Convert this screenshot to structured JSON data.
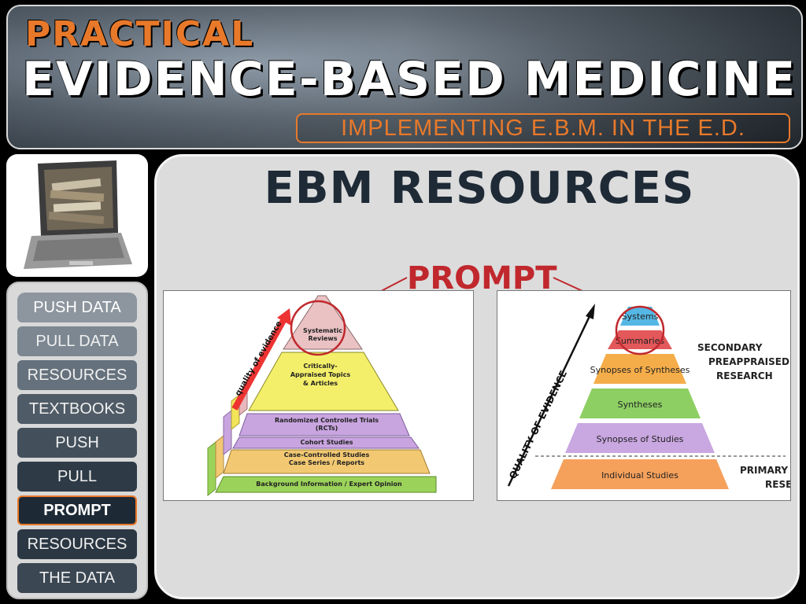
{
  "header": {
    "title_small": "PRACTICAL",
    "title_big": "EVIDENCE-BASED MEDICINE",
    "subtitle": "IMPLEMENTING E.B.M. IN THE E.D."
  },
  "sidebar": {
    "items": [
      {
        "label": "PUSH DATA"
      },
      {
        "label": "PULL DATA"
      },
      {
        "label": "RESOURCES"
      },
      {
        "label": "TEXTBOOKS"
      },
      {
        "label": "PUSH"
      },
      {
        "label": "PULL"
      },
      {
        "label": "PROMPT",
        "active": true
      },
      {
        "label": "RESOURCES"
      },
      {
        "label": "THE DATA"
      }
    ]
  },
  "main": {
    "heading": "EBM RESOURCES",
    "prompt_label": "PROMPT"
  },
  "pyramid1": {
    "quality_label": "quality of evidence",
    "levels": [
      {
        "label": "Systematic Reviews"
      },
      {
        "label": "Critically-Appraised Topics & Articles"
      },
      {
        "label": "Randomized Controlled Trials (RCTs)"
      },
      {
        "label": "Cohort Studies"
      },
      {
        "label": "Case-Controlled Studies Case Series / Reports"
      },
      {
        "label": "Background Information / Expert Opinion"
      }
    ]
  },
  "pyramid2": {
    "quality_label": "QUALITY OF EVIDENCE",
    "levels": [
      "Systems",
      "Summaries",
      "Synopses of Syntheses",
      "Syntheses",
      "Synopses of Studies",
      "Individual Studies"
    ],
    "secondary_label": [
      "SECONDARY",
      "PREAPPRAISED",
      "RESEARCH"
    ],
    "primary_label": [
      "PRIMARY",
      "RESE"
    ]
  },
  "colors": {
    "accent_orange": "#e8792a",
    "highlight_red": "#c0282d",
    "navy": "#1e2a36"
  }
}
